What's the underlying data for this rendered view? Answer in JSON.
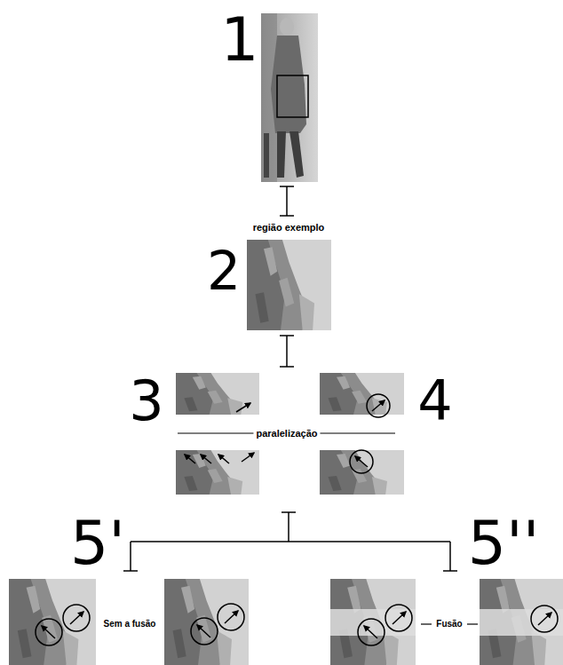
{
  "diagram": {
    "labels": [
      "1",
      "região exemplo",
      "2",
      "3",
      "4",
      "paralelização",
      "5'",
      "5''",
      "Sem a fusão",
      "Fusão"
    ]
  }
}
